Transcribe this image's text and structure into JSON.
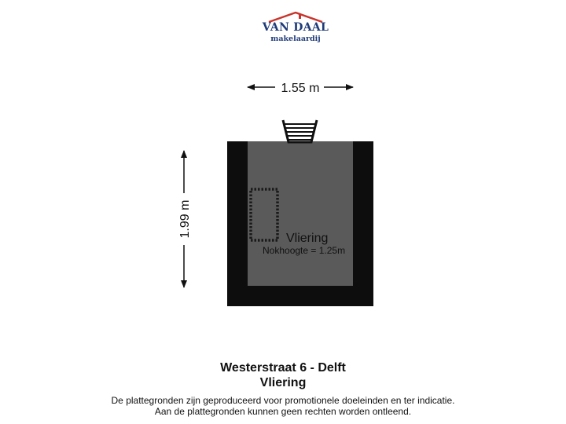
{
  "logo": {
    "name": "VAN DAAL",
    "subtitle": "makelaardij",
    "roof_color": "#c8342c",
    "text_color": "#1e3a78"
  },
  "dimensions": {
    "width_label": "1.55 m",
    "height_label": "1.99 m"
  },
  "room": {
    "name": "Vliering",
    "ridge_height": "Nokhoogte = 1.25m",
    "floor_color": "#5a5a5a",
    "wall_color": "#0d0d0d"
  },
  "caption": {
    "title": "Westerstraat 6 - Delft",
    "floor": "Vliering",
    "disclaimer_line1": "De plattegronden zijn geproduceerd voor promotionele doeleinden en ter indicatie.",
    "disclaimer_line2": "Aan de plattegronden kunnen geen rechten worden ontleend."
  }
}
